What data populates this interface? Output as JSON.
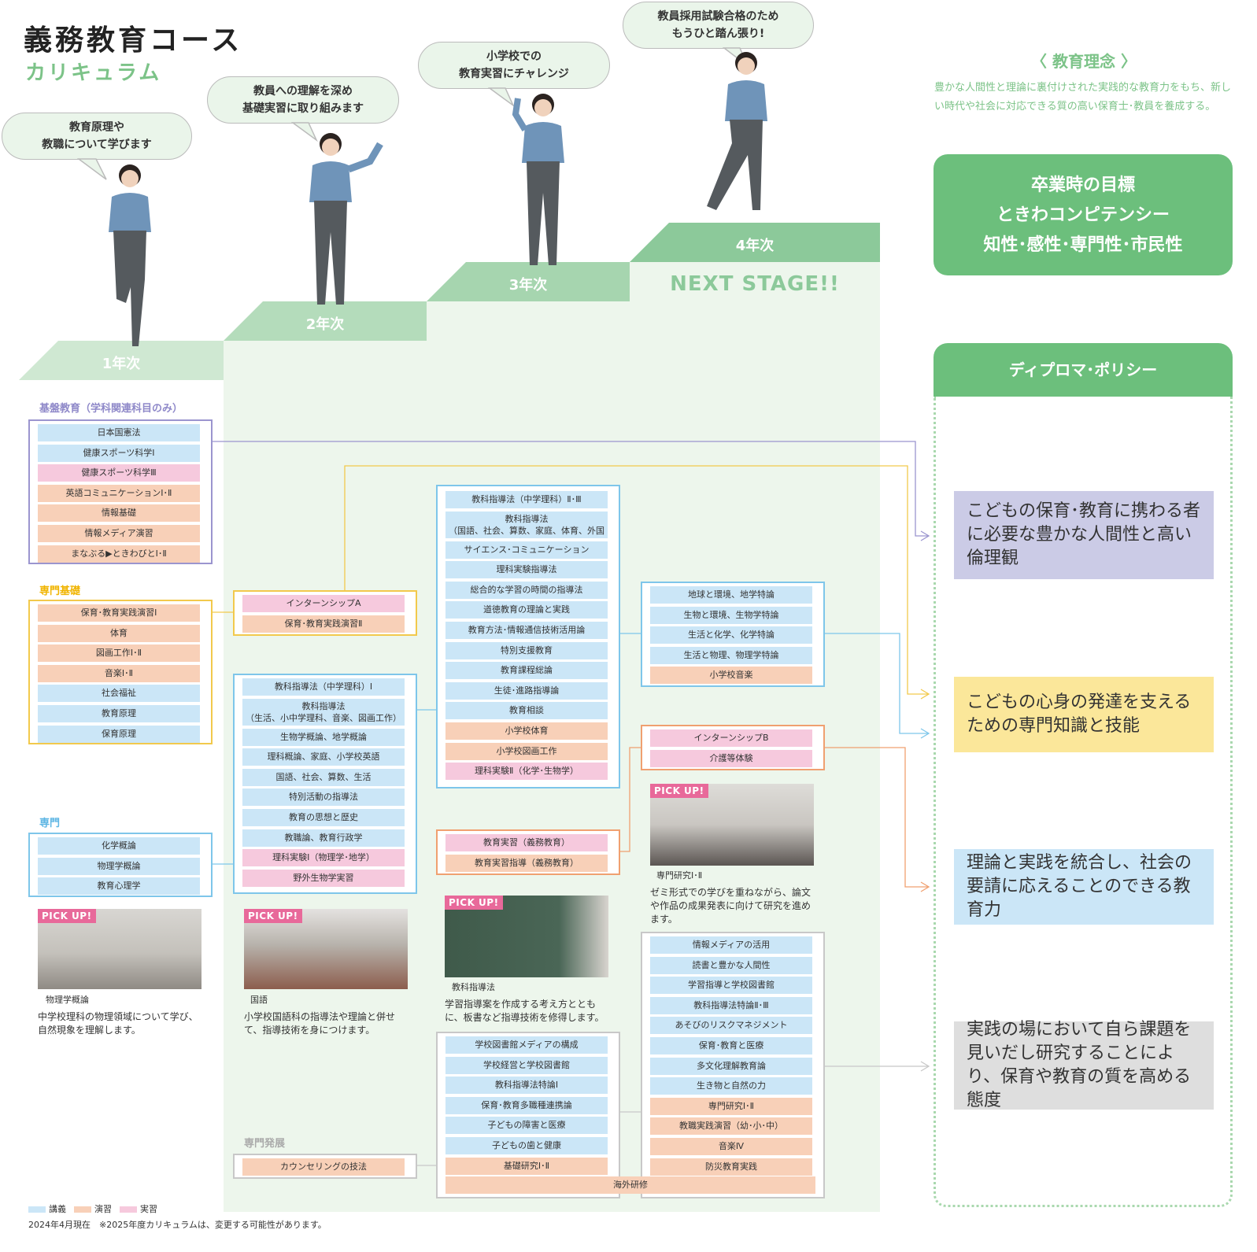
{
  "header": {
    "title": "義務教育コース",
    "subtitle": "カリキュラム"
  },
  "bubbles": [
    "教育原理や\n教職について学びます",
    "教員への理解を深め\n基礎実習に取り組みます",
    "小学校での\n教育実習にチャレンジ",
    "教員採用試験合格のため\nもうひと踏ん張り!"
  ],
  "years": [
    "1年次",
    "2年次",
    "3年次",
    "4年次"
  ],
  "next_stage": "NEXT STAGE!!",
  "sections": {
    "kiban": "基盤教育（学科関連科目のみ）",
    "senmon_kiso": "専門基礎",
    "senmon": "専門",
    "senmon_hatten": "専門発展"
  },
  "courses": {
    "kiban": [
      {
        "name": "日本国憲法",
        "type": "lec"
      },
      {
        "name": "健康スポーツ科学Ⅰ",
        "type": "lec"
      },
      {
        "name": "健康スポーツ科学Ⅲ",
        "type": "pr"
      },
      {
        "name": "英語コミュニケーションⅠ･Ⅱ",
        "type": "ex"
      },
      {
        "name": "情報基礎",
        "type": "ex"
      },
      {
        "name": "情報メディア演習",
        "type": "ex"
      },
      {
        "name": "まなぶる▶ときわびとⅠ･Ⅱ",
        "type": "ex"
      }
    ],
    "senmon_kiso_y1": [
      {
        "name": "保育･教育実践演習Ⅰ",
        "type": "ex"
      },
      {
        "name": "体育",
        "type": "ex"
      },
      {
        "name": "図画工作Ⅰ･Ⅱ",
        "type": "ex"
      },
      {
        "name": "音楽Ⅰ･Ⅱ",
        "type": "ex"
      },
      {
        "name": "社会福祉",
        "type": "lec"
      },
      {
        "name": "教育原理",
        "type": "lec"
      },
      {
        "name": "保育原理",
        "type": "lec"
      }
    ],
    "senmon_kiso_y2": [
      {
        "name": "インターンシップA",
        "type": "pr"
      },
      {
        "name": "保育･教育実践演習Ⅱ",
        "type": "ex"
      }
    ],
    "senmon_y1": [
      {
        "name": "化学概論",
        "type": "lec"
      },
      {
        "name": "物理学概論",
        "type": "lec"
      },
      {
        "name": "教育心理学",
        "type": "lec"
      }
    ],
    "senmon_y2": [
      {
        "name": "教科指導法（中学理科）Ⅰ",
        "type": "lec"
      },
      {
        "name": "教科指導法\n（生活、小中学理科、音楽、図画工作）",
        "type": "lec",
        "two": true
      },
      {
        "name": "生物学概論、地学概論",
        "type": "lec"
      },
      {
        "name": "理科概論、家庭、小学校英語",
        "type": "lec"
      },
      {
        "name": "国語、社会、算数、生活",
        "type": "lec"
      },
      {
        "name": "特別活動の指導法",
        "type": "lec"
      },
      {
        "name": "教育の思想と歴史",
        "type": "lec"
      },
      {
        "name": "教職論、教育行政学",
        "type": "lec"
      },
      {
        "name": "理科実験Ⅰ（物理学･地学）",
        "type": "pr"
      },
      {
        "name": "野外生物学実習",
        "type": "pr"
      }
    ],
    "y3_main": [
      {
        "name": "教科指導法（中学理科）Ⅱ･Ⅲ",
        "type": "lec"
      },
      {
        "name": "教科指導法\n（国語、社会、算数、家庭、体育、外国語）",
        "type": "lec",
        "two": true
      },
      {
        "name": "サイエンス･コミュニケーション",
        "type": "lec"
      },
      {
        "name": "理科実験指導法",
        "type": "lec"
      },
      {
        "name": "総合的な学習の時間の指導法",
        "type": "lec"
      },
      {
        "name": "道徳教育の理論と実践",
        "type": "lec"
      },
      {
        "name": "教育方法･情報通信技術活用論",
        "type": "lec"
      },
      {
        "name": "特別支援教育",
        "type": "lec"
      },
      {
        "name": "教育課程総論",
        "type": "lec"
      },
      {
        "name": "生徒･進路指導論",
        "type": "lec"
      },
      {
        "name": "教育相談",
        "type": "lec"
      },
      {
        "name": "小学校体育",
        "type": "ex"
      },
      {
        "name": "小学校図画工作",
        "type": "ex"
      },
      {
        "name": "理科実験Ⅱ（化学･生物学）",
        "type": "pr"
      }
    ],
    "y3_jisshu": [
      {
        "name": "教育実習（義務教育）",
        "type": "pr"
      },
      {
        "name": "教育実習指導（義務教育）",
        "type": "ex"
      }
    ],
    "y4_science": [
      {
        "name": "地球と環境、地学特論",
        "type": "lec"
      },
      {
        "name": "生物と環境、生物学特論",
        "type": "lec"
      },
      {
        "name": "生活と化学、化学特論",
        "type": "lec"
      },
      {
        "name": "生活と物理、物理学特論",
        "type": "lec"
      },
      {
        "name": "小学校音楽",
        "type": "ex"
      }
    ],
    "y4_intern": [
      {
        "name": "インターンシップB",
        "type": "pr"
      },
      {
        "name": "介護等体験",
        "type": "pr"
      }
    ],
    "hatten_y2": [
      {
        "name": "カウンセリングの技法",
        "type": "ex"
      }
    ],
    "hatten_y3": [
      {
        "name": "学校図書館メディアの構成",
        "type": "lec"
      },
      {
        "name": "学校経営と学校図書館",
        "type": "lec"
      },
      {
        "name": "教科指導法特論Ⅰ",
        "type": "lec"
      },
      {
        "name": "保育･教育多職種連携論",
        "type": "lec"
      },
      {
        "name": "子どもの障害と医療",
        "type": "lec"
      },
      {
        "name": "子どもの歯と健康",
        "type": "lec"
      },
      {
        "name": "基礎研究Ⅰ･Ⅱ",
        "type": "ex"
      }
    ],
    "hatten_y4": [
      {
        "name": "情報メディアの活用",
        "type": "lec"
      },
      {
        "name": "読書と豊かな人間性",
        "type": "lec"
      },
      {
        "name": "学習指導と学校図書館",
        "type": "lec"
      },
      {
        "name": "教科指導法特論Ⅱ･Ⅲ",
        "type": "lec"
      },
      {
        "name": "あそびのリスクマネジメント",
        "type": "lec"
      },
      {
        "name": "保育･教育と医療",
        "type": "lec"
      },
      {
        "name": "多文化理解教育論",
        "type": "lec"
      },
      {
        "name": "生き物と自然の力",
        "type": "lec"
      },
      {
        "name": "専門研究Ⅰ･Ⅱ",
        "type": "ex"
      },
      {
        "name": "教職実践演習（幼･小･中）",
        "type": "ex"
      },
      {
        "name": "音楽Ⅳ",
        "type": "ex"
      },
      {
        "name": "防災教育実践",
        "type": "ex"
      }
    ],
    "overseas": {
      "name": "海外研修",
      "type": "ex"
    }
  },
  "pickups": [
    {
      "badge": "PICK UP!",
      "caption": "物理学概論",
      "desc": "中学校理科の物理領域について学び、自然現象を理解します。"
    },
    {
      "badge": "PICK UP!",
      "caption": "国語",
      "desc": "小学校国語科の指導法や理論と併せて、指導技術を身につけます。"
    },
    {
      "badge": "PICK UP!",
      "caption": "教科指導法",
      "desc": "学習指導案を作成する考え方とともに、板書など指導技術を修得します。"
    },
    {
      "badge": "PICK UP!",
      "caption": "専門研究Ⅰ･Ⅱ",
      "desc": "ゼミ形式での学びを重ねながら、論文や作品の成果発表に向けて研究を進めます。"
    }
  ],
  "philosophy": {
    "title": "〈 教育理念 〉",
    "text": "豊かな人間性と理論に裏付けされた実践的な教育力をもち、新しい時代や社会に対応できる質の高い保育士･教員を養成する。"
  },
  "goal": {
    "lines": [
      "卒業時の目標",
      "ときわコンピテンシー",
      "知性･感性･専門性･市民性"
    ]
  },
  "diploma": {
    "title": "ディプロマ･ポリシー",
    "items": [
      {
        "text": "こどもの保育･教育に携わる者に必要な豊かな人間性と高い倫理観",
        "color": "#cbcbe6"
      },
      {
        "text": "こどもの心身の発達を支えるための専門知識と技能",
        "color": "#fbe79a"
      },
      {
        "text": "理論と実践を統合し、社会の要請に応えることのできる教育力",
        "color": "#cbe6f7"
      },
      {
        "text": "実践の場において自ら課題を見いだし研究することにより、保育や教育の質を高める態度",
        "color": "#dedede"
      }
    ]
  },
  "legend": {
    "lecture": "講義",
    "exercise": "演習",
    "practice": "実習"
  },
  "footnote": "2024年4月現在　※2025年度カリキュラムは、変更する可能性があります。",
  "colors": {
    "accent": "#7cc388",
    "lecture": "#cbe6f7",
    "exercise": "#f8d0b8",
    "practice": "#f6c9dd",
    "kiban_border": "#9b95cf",
    "kiso_border": "#f2c94c",
    "senmon_border": "#7ec6ea",
    "jisshu_border": "#f0a070",
    "hatten_border": "#c8c8c8"
  }
}
